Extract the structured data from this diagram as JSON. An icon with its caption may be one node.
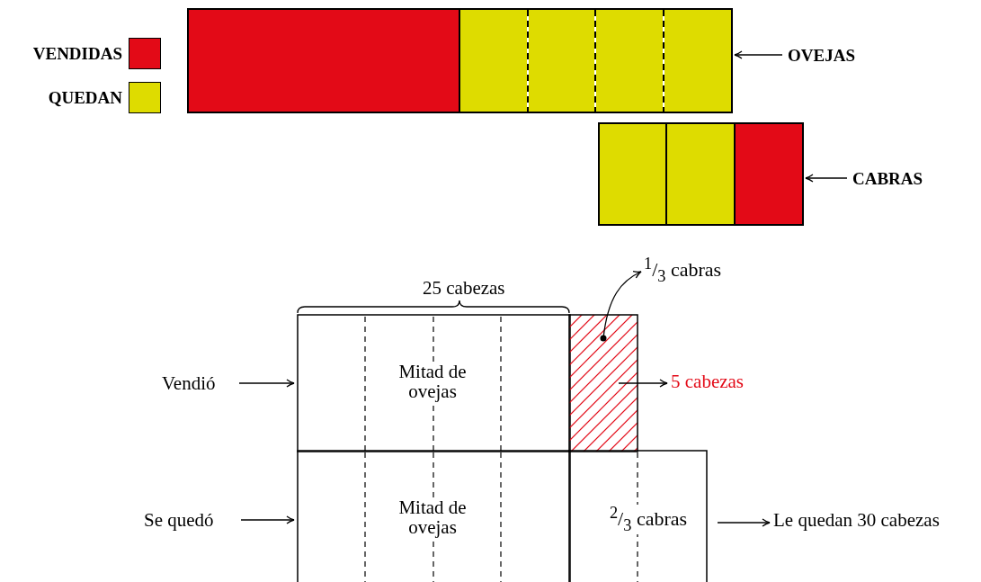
{
  "diagram": {
    "nodes": [
      {
        "text": [],
        "shape": "bar"
      },
      {
        "text": [
          "OVEJAS"
        ]
      },
      {
        "text": [],
        "shape": "bar"
      },
      {
        "text": [
          "CABRAS"
        ]
      },
      {
        "text": [
          "Vendió"
        ]
      },
      {
        "text": [
          "Mitad de ovejas"
        ]
      },
      {
        "text": [],
        "shape": "box"
      },
      {
        "text": [
          "$^{1}$/$_{3}$ cabras"
        ]
      },
      {
        "text": [
          "5 cabezas"
        ]
      },
      {
        "text": [
          "Se quedó"
        ]
      },
      {
        "text": [
          "Mitad de ovejas"
        ]
      },
      {
        "text": [
          "$^{2}$/$_{3}$ cabras"
        ]
      },
      {
        "text": [
          "Le quedan 30 cabezas"
        ]
      }
    ],
    "edges": [
      {
        "from": 1,
        "to": 0,
        "arrow": "to"
      },
      {
        "from": 3,
        "to": 2,
        "arrow": "to"
      },
      {
        "from": 4,
        "to": 5,
        "arrow": "to"
      },
      {
        "from": 6,
        "to": 7,
        "arrow": "to"
      },
      {
        "from": 6,
        "to": 8,
        "arrow": "to"
      },
      {
        "from": 9,
        "to": 10,
        "arrow": "to"
      },
      {
        "from": 11,
        "to": 12,
        "arrow": "to"
      }
    ],
    "labels": [
      "25 cabezas"
    ],
    "legend": [
      {
        "text": "VENDIDAS",
        "color": "#e30a17"
      },
      {
        "text": "QUEDAN",
        "color": "#dedc00"
      }
    ]
  }
}
